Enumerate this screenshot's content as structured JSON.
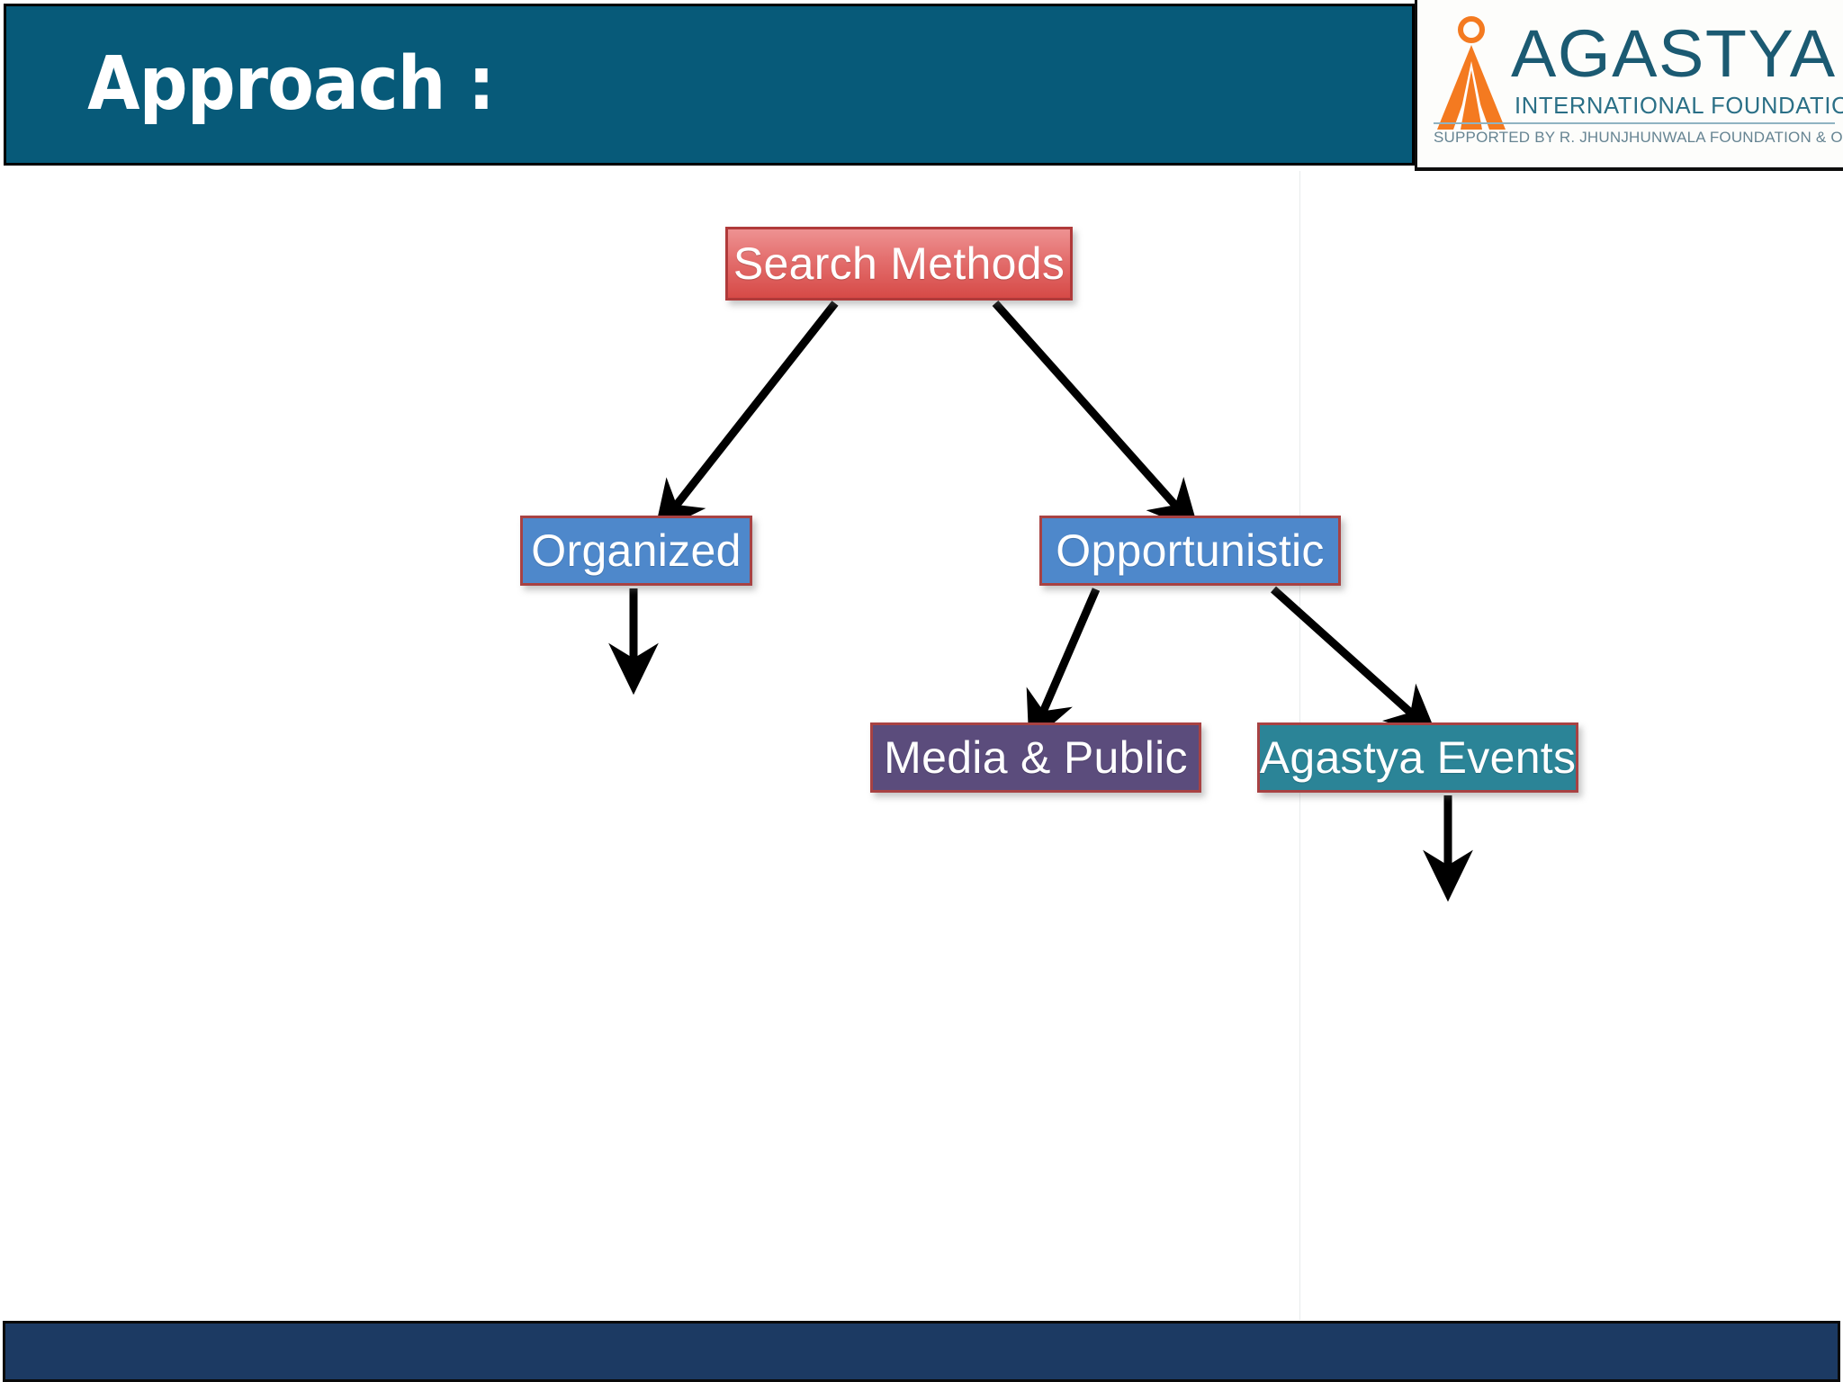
{
  "slide": {
    "title": "Approach :",
    "background_color": "#ffffff"
  },
  "header": {
    "banner_color": "#075A79",
    "title": "Approach :"
  },
  "logo": {
    "mark_name": "agastya-flame-mark",
    "mark_color": "#F47A20",
    "wordmark": "AGASTYA",
    "subline": "INTERNATIONAL FOUNDATION",
    "support_line": "SUPPORTED BY  R. JHUNJHUNWALA FOUNDATION & OTHERS",
    "text_color": "#1b5a72"
  },
  "diagram": {
    "type": "flowchart",
    "nodes": [
      {
        "id": "search",
        "label": "Search Methods",
        "fill": "#E4706F",
        "border": "#B03A3A",
        "level": 0
      },
      {
        "id": "organized",
        "label": "Organized",
        "fill": "#4E88CB",
        "border": "#A84243",
        "level": 1
      },
      {
        "id": "opportunistic",
        "label": "Opportunistic",
        "fill": "#4E88CB",
        "border": "#A84243",
        "level": 1
      },
      {
        "id": "media",
        "label": "Media & Public",
        "fill": "#5B4C7C",
        "border": "#A84243",
        "level": 2
      },
      {
        "id": "events",
        "label": "Agastya Events",
        "fill": "#2B8497",
        "border": "#A84243",
        "level": 2
      }
    ],
    "edges": [
      {
        "from": "search",
        "to": "organized"
      },
      {
        "from": "search",
        "to": "opportunistic"
      },
      {
        "from": "opportunistic",
        "to": "media"
      },
      {
        "from": "opportunistic",
        "to": "events"
      },
      {
        "from": "organized",
        "to": null
      },
      {
        "from": "events",
        "to": null
      }
    ],
    "arrow_color": "#000000"
  },
  "footer": {
    "bar_color": "#1C3A63"
  }
}
